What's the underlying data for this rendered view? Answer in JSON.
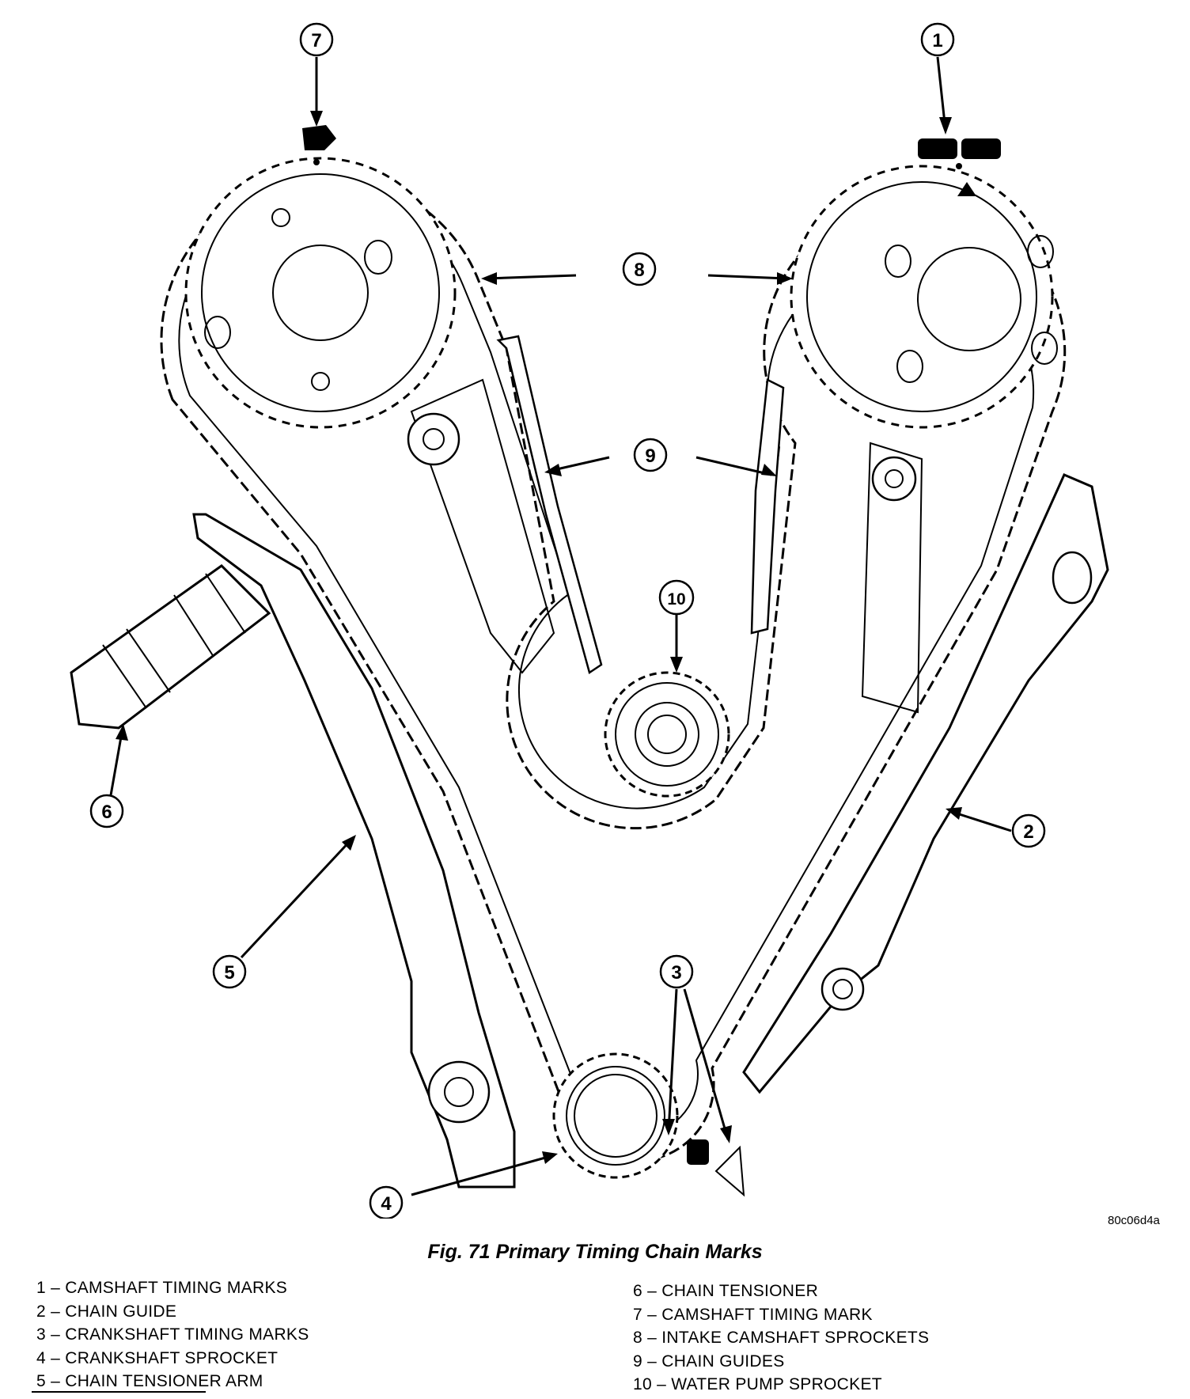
{
  "figure": {
    "code": "80c06d4a",
    "caption": "Fig. 71 Primary Timing Chain Marks"
  },
  "callouts": [
    "1",
    "2",
    "3",
    "4",
    "5",
    "6",
    "7",
    "8",
    "9",
    "10"
  ],
  "legend_left": [
    "1 – CAMSHAFT TIMING MARKS",
    "2 – CHAIN GUIDE",
    "3 – CRANKSHAFT TIMING MARKS",
    "4 – CRANKSHAFT SPROCKET",
    "5 – CHAIN TENSIONER ARM"
  ],
  "legend_right": [
    "6 – CHAIN TENSIONER",
    "7 – CAMSHAFT TIMING MARK",
    "8 – INTAKE CAMSHAFT SPROCKETS",
    "9 – CHAIN GUIDES",
    "10 – WATER PUMP SPROCKET"
  ]
}
